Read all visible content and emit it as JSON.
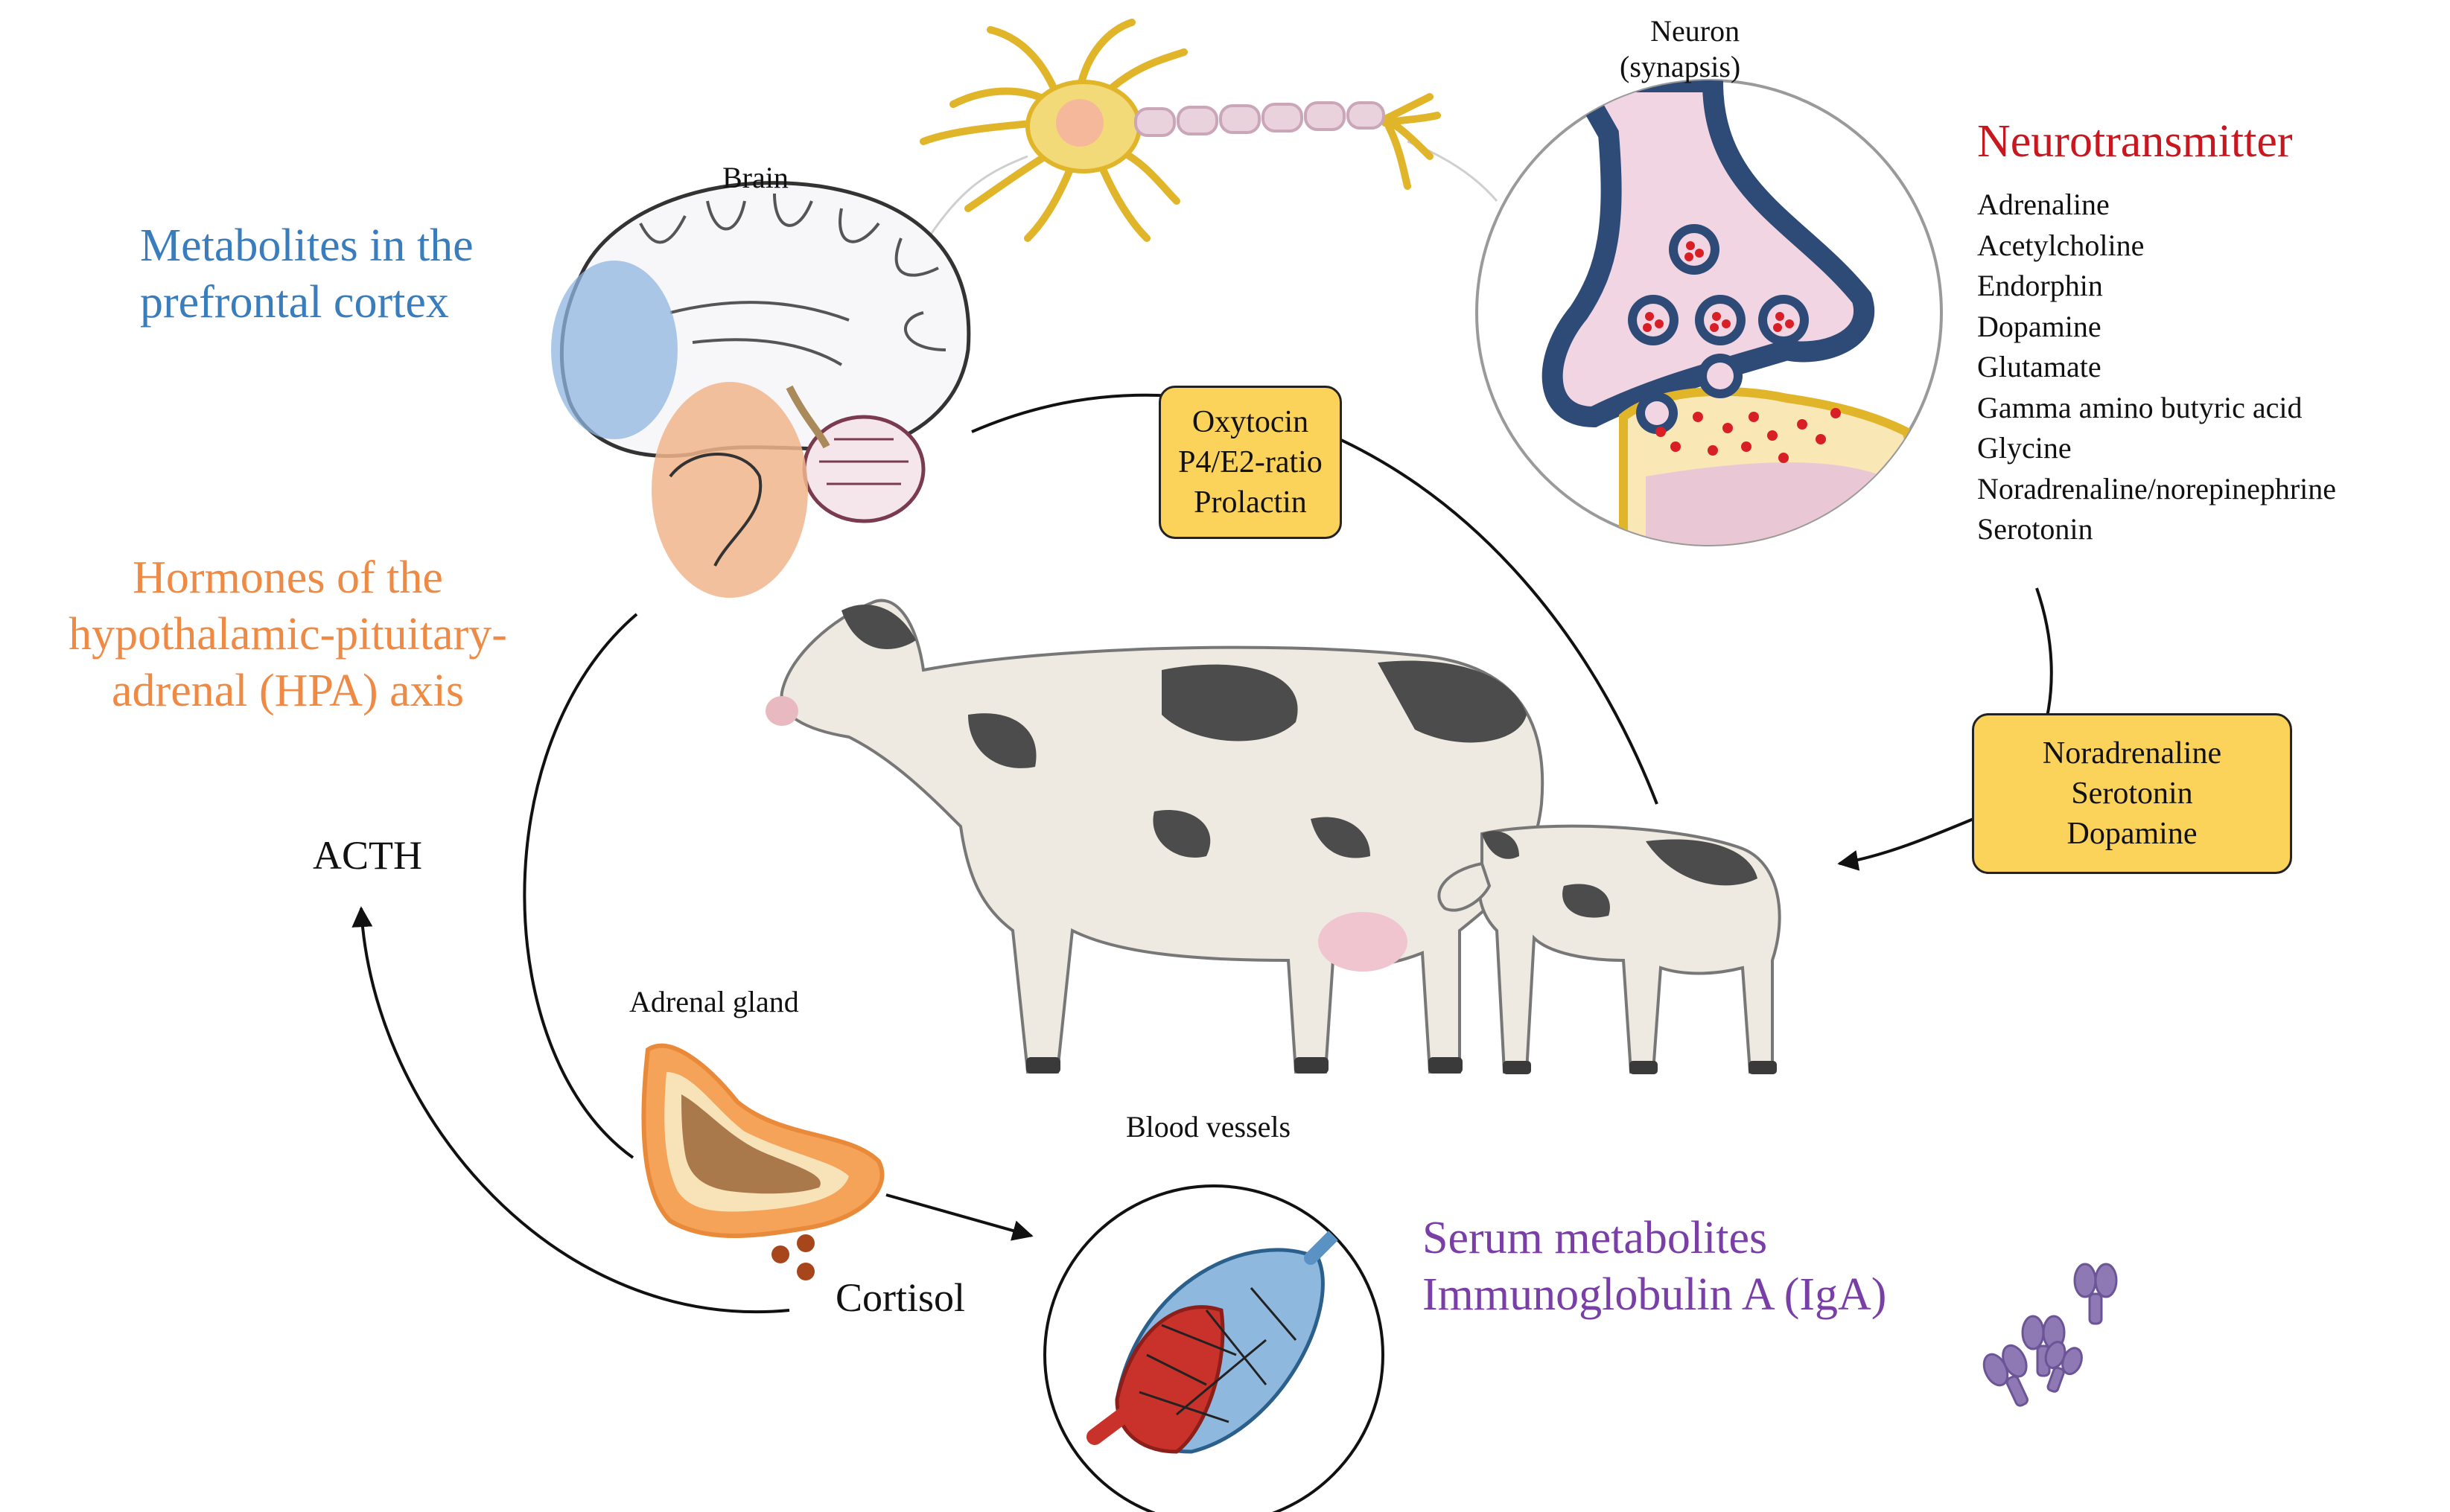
{
  "labels": {
    "brain": "Brain",
    "neuron_line1": "Neuron",
    "neuron_line2": "(synapsis)",
    "adrenal_gland": "Adrenal gland",
    "blood_vessels": "Blood vessels",
    "acth": "ACTH",
    "cortisol": "Cortisol"
  },
  "headings": {
    "prefrontal_line1": "Metabolites in the",
    "prefrontal_line2": "prefrontal cortex",
    "hpa_line1": "Hormones of the",
    "hpa_line2": "hypothalamic-pituitary-",
    "hpa_line3": "adrenal (HPA) axis",
    "neurotransmitter": "Neurotransmitter",
    "serum_line1": "Serum metabolites",
    "serum_line2": "Immunoglobulin A (IgA)"
  },
  "neurotransmitters": [
    "Adrenaline",
    "Acetylcholine",
    "Endorphin",
    "Dopamine",
    "Glutamate",
    "Gamma amino butyric acid",
    "Glycine",
    "Noradrenaline/norepinephrine",
    "Serotonin"
  ],
  "boxes": {
    "hormone_box": [
      "Oxytocin",
      "P4/E2-ratio",
      "Prolactin"
    ],
    "monoamine_box": [
      "Noradrenaline",
      "Serotonin",
      "Dopamine"
    ]
  },
  "colors": {
    "prefrontal": "#3a7dbd",
    "hpa": "#ee8a44",
    "neurotransmitter": "#c8171e",
    "serum": "#7a3fa6",
    "box_fill": "#fbd35a"
  }
}
